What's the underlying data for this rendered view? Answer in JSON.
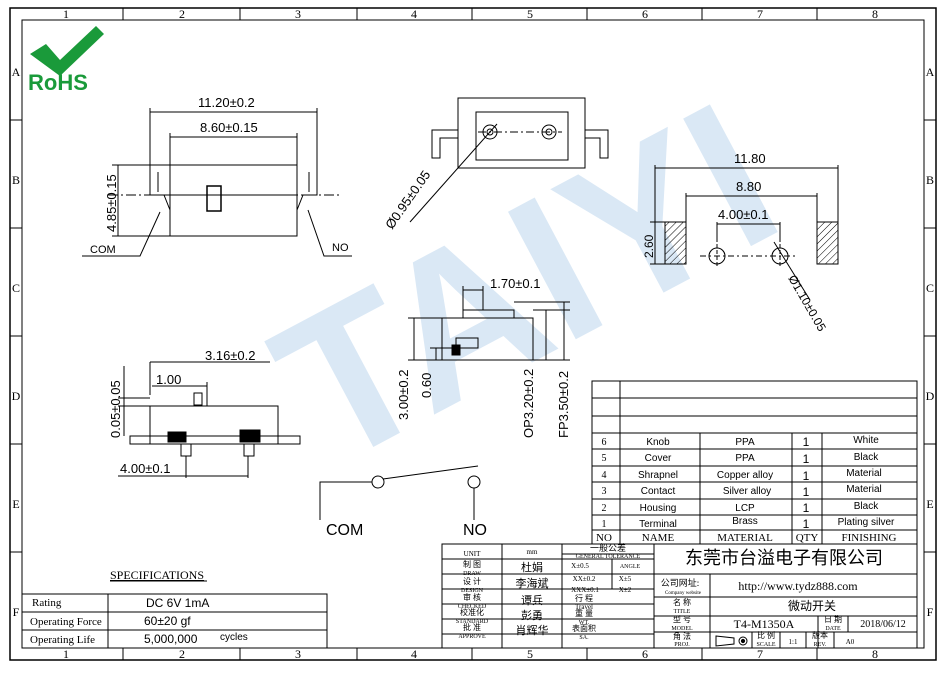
{
  "grid": {
    "columns": [
      "1",
      "2",
      "3",
      "4",
      "5",
      "6",
      "7",
      "8"
    ],
    "rows": [
      "A",
      "B",
      "C",
      "D",
      "E",
      "F"
    ]
  },
  "logo": {
    "text": "RoHS",
    "check_color": "#1a9a3a",
    "text_color": "#1a9a3a"
  },
  "watermark": {
    "text": "TAIYI",
    "color": "#bcd6ee"
  },
  "dimensions": {
    "front_width_outer": "11.20±0.2",
    "front_width_inner": "8.60±0.15",
    "front_height": "4.85±0.15",
    "com_label": "COM",
    "no_label": "NO",
    "hole_dia": "Ø0.95±0.05",
    "footprint_outer": "11.80",
    "footprint_mid": "8.80",
    "footprint_inner": "4.00±0.1",
    "footprint_pad": "2.60",
    "footprint_hole": "Ø1.10±0.05",
    "side_knob_w": "1.70±0.1",
    "side_h1": "3.00±0.2",
    "side_h2": "0.60",
    "side_op": "OP3.20±0.2",
    "side_fp": "FP3.50±0.2",
    "bottom_offset": "3.16±0.2",
    "bottom_small": "1.00",
    "bottom_height": "0.05±0.05",
    "bottom_pitch": "4.00±0.1",
    "schematic_com": "COM",
    "schematic_no": "NO"
  },
  "bom": {
    "headers": [
      "NO",
      "NAME",
      "MATERIAL",
      "QTY",
      "FINISHING"
    ],
    "rows": [
      {
        "no": "6",
        "name": "Knob",
        "material": "PPA",
        "qty": "1",
        "finishing": "White"
      },
      {
        "no": "5",
        "name": "Cover",
        "material": "PPA",
        "qty": "1",
        "finishing": "Black"
      },
      {
        "no": "4",
        "name": "Shrapnel",
        "material": "Copper alloy",
        "qty": "1",
        "finishing": "Material"
      },
      {
        "no": "3",
        "name": "Contact",
        "material": "Silver alloy",
        "qty": "1",
        "finishing": "Material"
      },
      {
        "no": "2",
        "name": "Housing",
        "material": "LCP",
        "qty": "1",
        "finishing": "Black"
      },
      {
        "no": "1",
        "name": "Terminal",
        "material": "Brass",
        "qty": "1",
        "finishing": "Plating silver"
      }
    ]
  },
  "title_block": {
    "unit_label": "UNIT",
    "unit_value": "mm",
    "tolerance_cn": "一般公差",
    "tolerance_en": "GENERAL TOLERANCE",
    "tol_x1": "X±0.5",
    "tol_angle": "ANGLE",
    "tol_x2": "XX±0.2",
    "tol_x2b": "X±5",
    "tol_x3": "XXX±0.1",
    "tol_x3b": "X±2",
    "draw_cn": "制 图",
    "draw_en": "DRAW",
    "draw_name": "杜娟",
    "design_cn": "设 计",
    "design_en": "DESIGN",
    "design_name": "李海斌",
    "checked_cn": "审 核",
    "checked_en": "CHECKED",
    "checked_name": "谭兵",
    "standard_cn": "校准化",
    "standard_en": "STANDARD",
    "standard_name": "彭勇",
    "approve_cn": "批 准",
    "approve_en": "APPROVE",
    "approve_name": "肖辉华",
    "travel_cn": "行 程",
    "travel_en": "Travel",
    "weight_cn": "重 量",
    "weight_en": "WT.",
    "surface_cn": "表面积",
    "surface_en": "SA.",
    "company": "东莞市台溢电子有限公司",
    "website_label": "公司网址:",
    "website_sub": "Company website",
    "website": "http://www.tydz888.com",
    "title_cn": "名 称",
    "title_en": "TITLE",
    "title_value": "微动开关",
    "model_cn": "型 号",
    "model_en": "MODEL",
    "model_value": "T4-M1350A",
    "date_cn": "日 期",
    "date_en": "DATE",
    "date_value": "2018/06/12",
    "proj_cn": "角 法",
    "proj_en": "PROJ.",
    "scale_cn": "比 例",
    "scale_en": "SCALE",
    "scale_value": "1:1",
    "rev_cn": "版本",
    "rev_en": "REV.",
    "rev_value": "A0"
  },
  "specs": {
    "title": "SPECIFICATIONS",
    "rows": [
      {
        "label": "Rating",
        "value": "DC  6V  1mA",
        "unit": ""
      },
      {
        "label": "Operating Force",
        "value": "60±20 gf",
        "unit": ""
      },
      {
        "label": "Operating Life",
        "value": "5,000,000",
        "unit": "cycles"
      }
    ]
  }
}
